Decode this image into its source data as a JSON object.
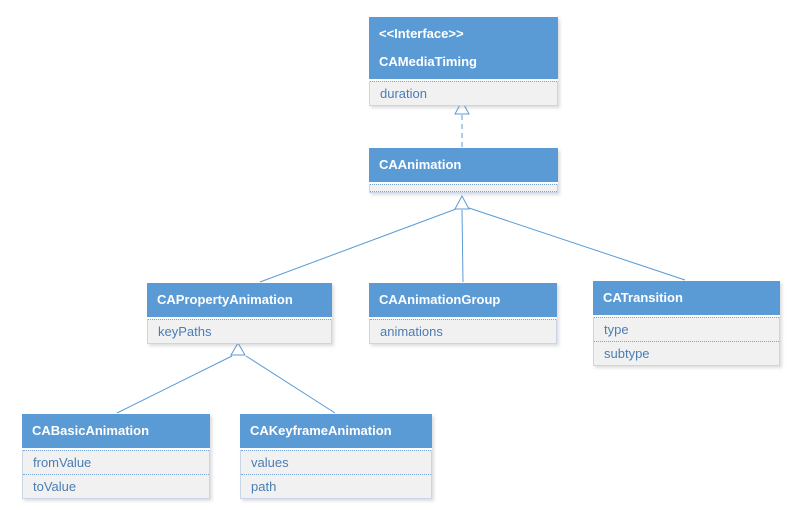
{
  "diagram": {
    "type": "uml-class-diagram",
    "background": "#ffffff",
    "colors": {
      "header_bg": "#5b9bd5",
      "header_text": "#ffffff",
      "attribute_bg": "#f1f1f1",
      "attribute_text": "#4a7db5",
      "connector": "#5b9bd5",
      "separator_dotted": "#78a3d4"
    },
    "nodes": [
      {
        "id": "CAMediaTiming",
        "stereotype": "<<Interface>>",
        "title": "CAMediaTiming",
        "attributes": [
          "duration"
        ]
      },
      {
        "id": "CAAnimation",
        "stereotype": "",
        "title": "CAAnimation",
        "attributes": []
      },
      {
        "id": "CAPropertyAnimation",
        "stereotype": "",
        "title": "CAPropertyAnimation",
        "attributes": [
          "keyPaths"
        ]
      },
      {
        "id": "CAAnimationGroup",
        "stereotype": "",
        "title": "CAAnimationGroup",
        "attributes": [
          "animations"
        ]
      },
      {
        "id": "CATransition",
        "stereotype": "",
        "title": "CATransition",
        "attributes": [
          "type",
          "subtype"
        ]
      },
      {
        "id": "CABasicAnimation",
        "stereotype": "",
        "title": "CABasicAnimation",
        "attributes": [
          "fromValue",
          "toValue"
        ]
      },
      {
        "id": "CAKeyframeAnimation",
        "stereotype": "",
        "title": "CAKeyframeAnimation",
        "attributes": [
          "values",
          "path"
        ]
      }
    ],
    "edges": [
      {
        "from": "CAAnimation",
        "to": "CAMediaTiming",
        "type": "realization",
        "line": "dashed"
      },
      {
        "from": "CAPropertyAnimation",
        "to": "CAAnimation",
        "type": "generalization",
        "line": "solid"
      },
      {
        "from": "CAAnimationGroup",
        "to": "CAAnimation",
        "type": "generalization",
        "line": "solid"
      },
      {
        "from": "CATransition",
        "to": "CAAnimation",
        "type": "generalization",
        "line": "solid"
      },
      {
        "from": "CABasicAnimation",
        "to": "CAPropertyAnimation",
        "type": "generalization",
        "line": "solid"
      },
      {
        "from": "CAKeyframeAnimation",
        "to": "CAPropertyAnimation",
        "type": "generalization",
        "line": "solid"
      }
    ]
  }
}
